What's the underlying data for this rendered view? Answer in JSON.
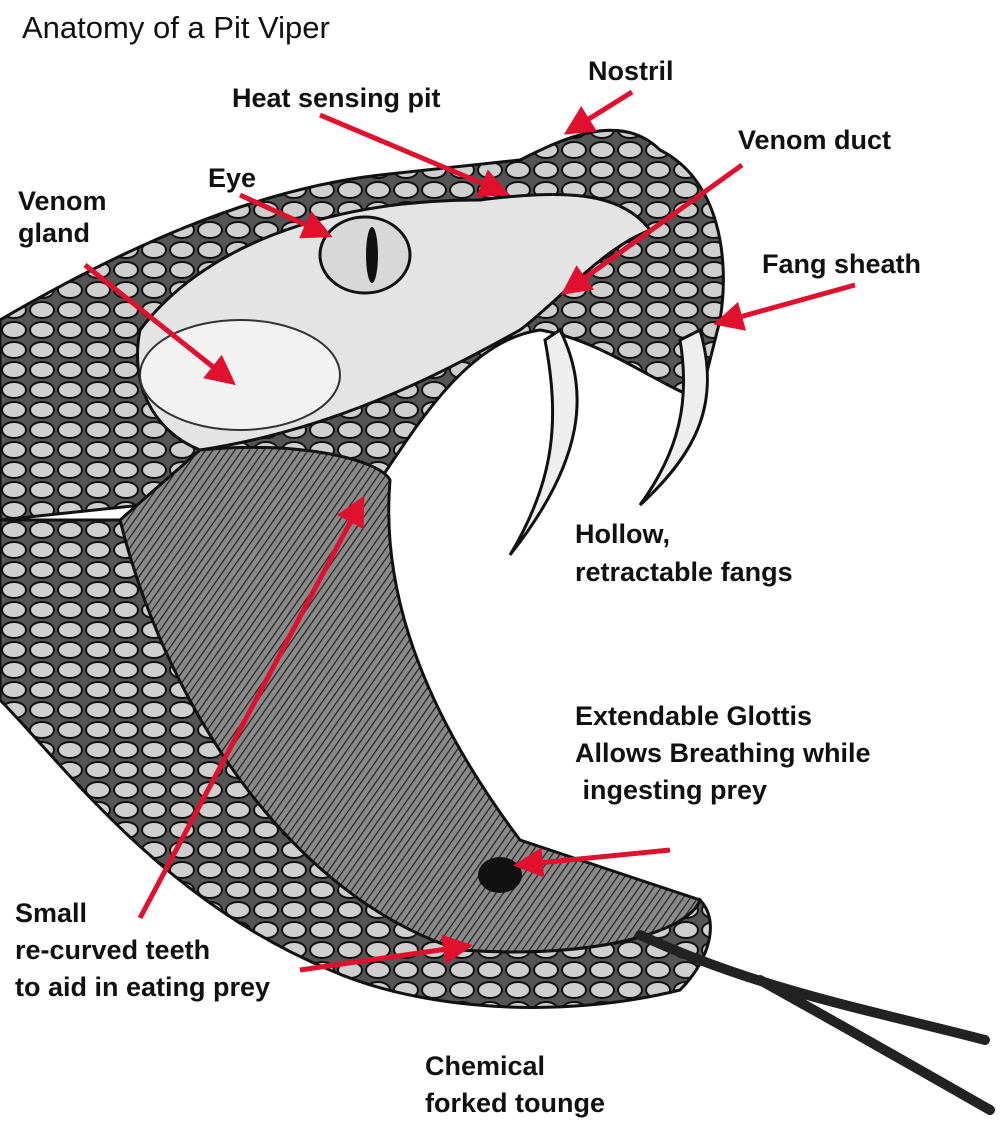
{
  "title": "Anatomy of a Pit Viper",
  "colors": {
    "arrow": "#e0102e",
    "ink": "#111111",
    "scales": "#3a3a3a",
    "skin": "#d9d9d9"
  },
  "labels": {
    "nostril": "Nostril",
    "heat_pit": "Heat sensing pit",
    "venom_duct": "Venom duct",
    "eye": "Eye",
    "venom_gland": [
      "Venom",
      "gland"
    ],
    "fang_sheath": "Fang sheath",
    "fangs": [
      "Hollow,",
      "retractable fangs"
    ],
    "glottis": [
      "Extendable Glottis",
      "Allows Breathing while",
      " ingesting prey"
    ],
    "teeth": [
      "Small",
      "re-curved teeth",
      "to aid in eating prey"
    ],
    "tongue": [
      "Chemical",
      "forked tounge"
    ]
  }
}
